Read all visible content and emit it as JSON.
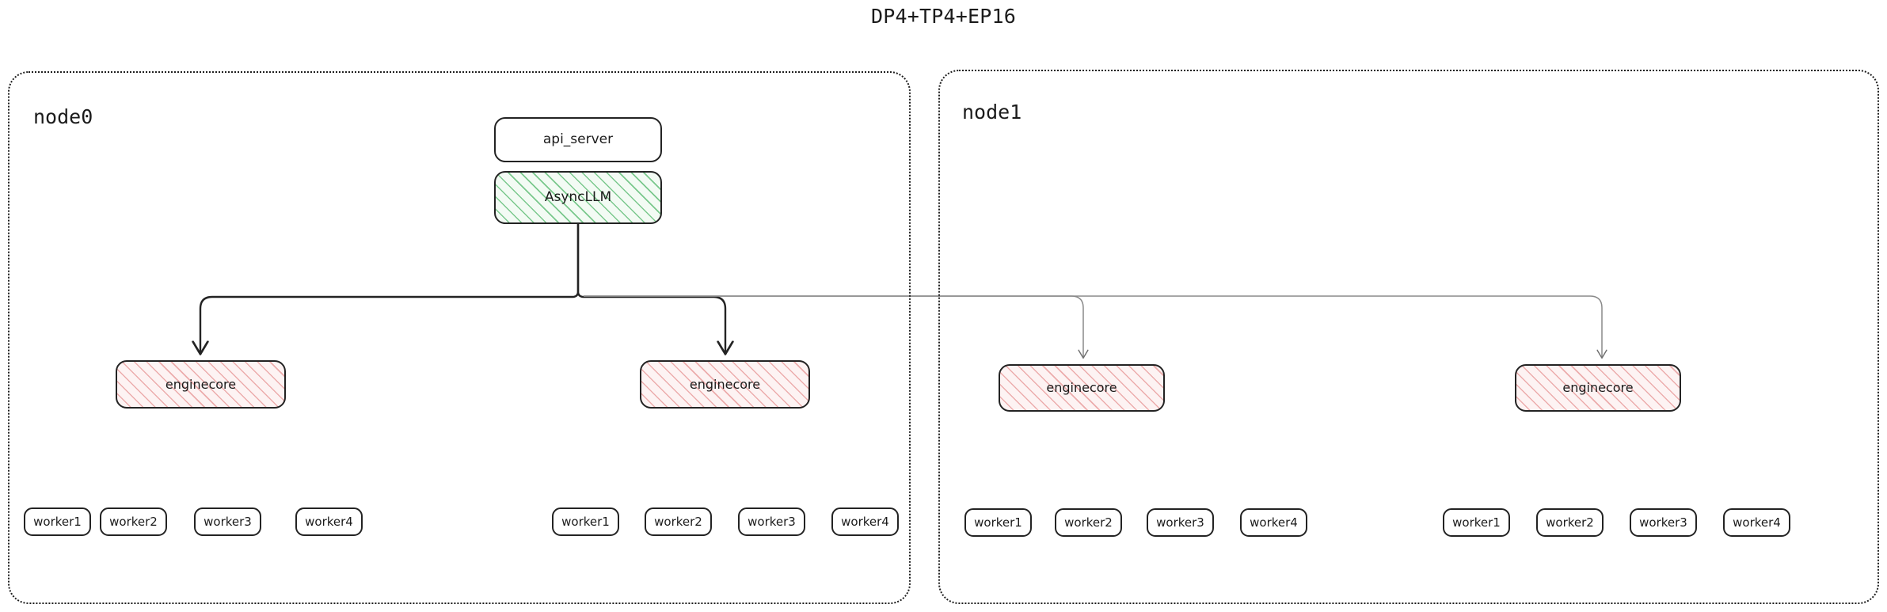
{
  "title": "DP4+TP4+EP16",
  "colors": {
    "stroke_dark": "#232323",
    "stroke_light": "#7d7d7d",
    "hatch_green": "#52b76a",
    "hatch_pink": "#e28080",
    "text": "#1b1b1b",
    "background": "#ffffff"
  },
  "nodes": [
    {
      "id": "node0",
      "label": "node0",
      "top_boxes": [
        {
          "id": "api_server",
          "label": "api_server",
          "style": "plain"
        },
        {
          "id": "async_llm",
          "label": "AsyncLLM",
          "style": "hatch-green"
        }
      ],
      "enginecores": [
        {
          "id": "node0-enginecore-0",
          "label": "enginecore",
          "style": "hatch-pink",
          "workers": [
            "worker1",
            "worker2",
            "worker3",
            "worker4"
          ]
        },
        {
          "id": "node0-enginecore-1",
          "label": "enginecore",
          "style": "hatch-pink",
          "workers": [
            "worker1",
            "worker2",
            "worker3",
            "worker4"
          ]
        }
      ]
    },
    {
      "id": "node1",
      "label": "node1",
      "top_boxes": [],
      "enginecores": [
        {
          "id": "node1-enginecore-0",
          "label": "enginecore",
          "style": "hatch-pink",
          "workers": [
            "worker1",
            "worker2",
            "worker3",
            "worker4"
          ]
        },
        {
          "id": "node1-enginecore-1",
          "label": "enginecore",
          "style": "hatch-pink",
          "workers": [
            "worker1",
            "worker2",
            "worker3",
            "worker4"
          ]
        }
      ]
    }
  ],
  "connections": [
    {
      "from": "async_llm",
      "to": "node0-enginecore-0",
      "weight": "bold"
    },
    {
      "from": "async_llm",
      "to": "node0-enginecore-1",
      "weight": "bold"
    },
    {
      "from": "async_llm",
      "to": "node1-enginecore-0",
      "weight": "light"
    },
    {
      "from": "async_llm",
      "to": "node1-enginecore-1",
      "weight": "light"
    }
  ]
}
